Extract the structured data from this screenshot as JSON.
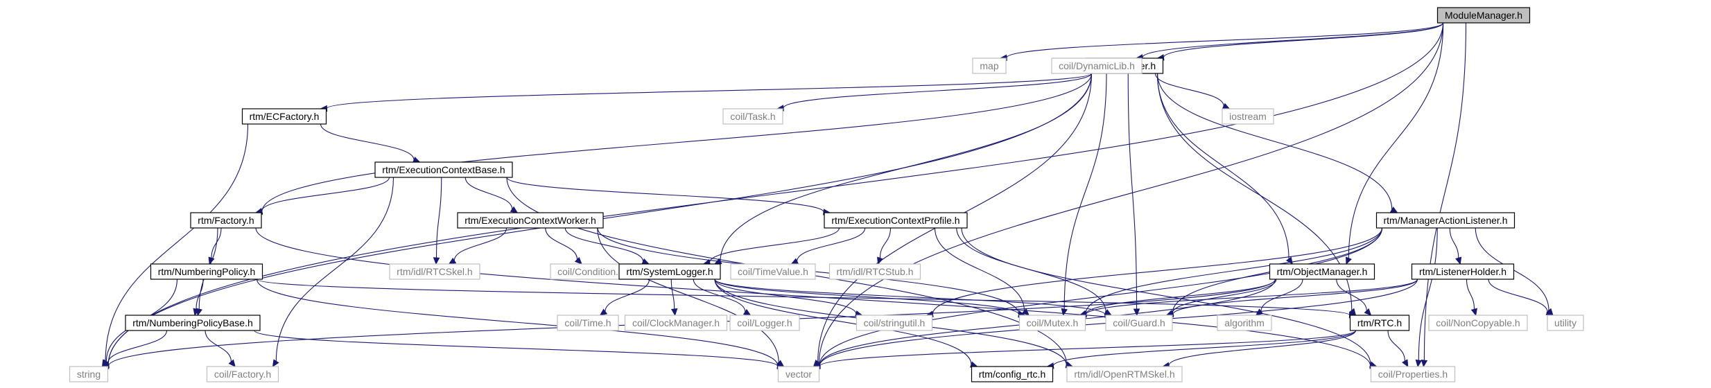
{
  "diagram": {
    "nodes": [
      {
        "id": "module_manager",
        "label": "ModuleManager.h",
        "style": "root"
      },
      {
        "id": "manager",
        "label": "rtm/Manager.h",
        "style": "black"
      },
      {
        "id": "map",
        "label": "map",
        "style": "grey"
      },
      {
        "id": "dynamiclib",
        "label": "coil/DynamicLib.h",
        "style": "grey"
      },
      {
        "id": "ecfactory",
        "label": "rtm/ECFactory.h",
        "style": "black"
      },
      {
        "id": "task",
        "label": "coil/Task.h",
        "style": "grey"
      },
      {
        "id": "iostream",
        "label": "iostream",
        "style": "grey"
      },
      {
        "id": "ecbase",
        "label": "rtm/ExecutionContextBase.h",
        "style": "black"
      },
      {
        "id": "factory",
        "label": "rtm/Factory.h",
        "style": "black"
      },
      {
        "id": "ecworker",
        "label": "rtm/ExecutionContextWorker.h",
        "style": "black"
      },
      {
        "id": "ecprofile",
        "label": "rtm/ExecutionContextProfile.h",
        "style": "black"
      },
      {
        "id": "mal",
        "label": "rtm/ManagerActionListener.h",
        "style": "black"
      },
      {
        "id": "numpolicy",
        "label": "rtm/NumberingPolicy.h",
        "style": "black"
      },
      {
        "id": "rtcskel",
        "label": "rtm/idl/RTCSkel.h",
        "style": "grey"
      },
      {
        "id": "condition",
        "label": "coil/Condition.h",
        "style": "grey"
      },
      {
        "id": "syslogger",
        "label": "rtm/SystemLogger.h",
        "style": "black"
      },
      {
        "id": "timevalue",
        "label": "coil/TimeValue.h",
        "style": "grey"
      },
      {
        "id": "rtcstub",
        "label": "rtm/idl/RTCStub.h",
        "style": "grey"
      },
      {
        "id": "objmanager",
        "label": "rtm/ObjectManager.h",
        "style": "black"
      },
      {
        "id": "listenerholder",
        "label": "rtm/ListenerHolder.h",
        "style": "black"
      },
      {
        "id": "numpolicybase",
        "label": "rtm/NumberingPolicyBase.h",
        "style": "black"
      },
      {
        "id": "time",
        "label": "coil/Time.h",
        "style": "grey"
      },
      {
        "id": "clockmanager",
        "label": "coil/ClockManager.h",
        "style": "grey"
      },
      {
        "id": "logger",
        "label": "coil/Logger.h",
        "style": "grey"
      },
      {
        "id": "stringutil",
        "label": "coil/stringutil.h",
        "style": "grey"
      },
      {
        "id": "mutex",
        "label": "coil/Mutex.h",
        "style": "grey"
      },
      {
        "id": "guard",
        "label": "coil/Guard.h",
        "style": "grey"
      },
      {
        "id": "algorithm",
        "label": "algorithm",
        "style": "grey"
      },
      {
        "id": "rtc",
        "label": "rtm/RTC.h",
        "style": "black"
      },
      {
        "id": "noncopyable",
        "label": "coil/NonCopyable.h",
        "style": "grey"
      },
      {
        "id": "utility",
        "label": "utility",
        "style": "grey"
      },
      {
        "id": "string",
        "label": "string",
        "style": "grey"
      },
      {
        "id": "coilfactory",
        "label": "coil/Factory.h",
        "style": "grey"
      },
      {
        "id": "vector",
        "label": "vector",
        "style": "grey"
      },
      {
        "id": "config_rtc",
        "label": "rtm/config_rtc.h",
        "style": "black"
      },
      {
        "id": "openrtmskel",
        "label": "rtm/idl/OpenRTMSkel.h",
        "style": "grey"
      },
      {
        "id": "properties",
        "label": "coil/Properties.h",
        "style": "grey"
      }
    ],
    "edges": [
      [
        "module_manager",
        "manager"
      ],
      [
        "module_manager",
        "map"
      ],
      [
        "module_manager",
        "dynamiclib"
      ],
      [
        "module_manager",
        "string"
      ],
      [
        "module_manager",
        "objmanager"
      ],
      [
        "module_manager",
        "vector"
      ],
      [
        "module_manager",
        "properties"
      ],
      [
        "manager",
        "ecfactory"
      ],
      [
        "manager",
        "task"
      ],
      [
        "manager",
        "iostream"
      ],
      [
        "manager",
        "factory"
      ],
      [
        "manager",
        "string"
      ],
      [
        "manager",
        "syslogger"
      ],
      [
        "manager",
        "vector"
      ],
      [
        "manager",
        "mutex"
      ],
      [
        "manager",
        "guard"
      ],
      [
        "manager",
        "objmanager"
      ],
      [
        "manager",
        "mal"
      ],
      [
        "manager",
        "rtc"
      ],
      [
        "ecfactory",
        "ecbase"
      ],
      [
        "ecfactory",
        "string"
      ],
      [
        "ecbase",
        "factory"
      ],
      [
        "ecbase",
        "ecworker"
      ],
      [
        "ecbase",
        "ecprofile"
      ],
      [
        "ecbase",
        "rtcskel"
      ],
      [
        "ecbase",
        "coilfactory"
      ],
      [
        "ecbase",
        "openrtmskel"
      ],
      [
        "factory",
        "numpolicy"
      ],
      [
        "factory",
        "numpolicybase"
      ],
      [
        "factory",
        "properties"
      ],
      [
        "numpolicy",
        "numpolicybase"
      ],
      [
        "numpolicy",
        "string"
      ],
      [
        "numpolicy",
        "vector"
      ],
      [
        "numpolicy",
        "rtc"
      ],
      [
        "numpolicybase",
        "string"
      ],
      [
        "numpolicybase",
        "coilfactory"
      ],
      [
        "numpolicybase",
        "vector"
      ],
      [
        "ecworker",
        "rtcskel"
      ],
      [
        "ecworker",
        "condition"
      ],
      [
        "ecworker",
        "syslogger"
      ],
      [
        "ecworker",
        "vector"
      ],
      [
        "ecworker",
        "mutex"
      ],
      [
        "ecprofile",
        "syslogger"
      ],
      [
        "ecprofile",
        "timevalue"
      ],
      [
        "ecprofile",
        "rtcstub"
      ],
      [
        "ecprofile",
        "mutex"
      ],
      [
        "ecprofile",
        "guard"
      ],
      [
        "ecprofile",
        "properties"
      ],
      [
        "syslogger",
        "time"
      ],
      [
        "syslogger",
        "clockmanager"
      ],
      [
        "syslogger",
        "logger"
      ],
      [
        "syslogger",
        "stringutil"
      ],
      [
        "syslogger",
        "mutex"
      ],
      [
        "syslogger",
        "guard"
      ],
      [
        "syslogger",
        "config_rtc"
      ],
      [
        "syslogger",
        "openrtmskel"
      ],
      [
        "mal",
        "listenerholder"
      ],
      [
        "mal",
        "stringutil"
      ],
      [
        "mal",
        "mutex"
      ],
      [
        "mal",
        "guard"
      ],
      [
        "mal",
        "utility"
      ],
      [
        "mal",
        "vector"
      ],
      [
        "mal",
        "properties"
      ],
      [
        "objmanager",
        "mutex"
      ],
      [
        "objmanager",
        "guard"
      ],
      [
        "objmanager",
        "algorithm"
      ],
      [
        "objmanager",
        "rtc"
      ],
      [
        "objmanager",
        "string"
      ],
      [
        "objmanager",
        "vector"
      ],
      [
        "listenerholder",
        "mutex"
      ],
      [
        "listenerholder",
        "guard"
      ],
      [
        "listenerholder",
        "noncopyable"
      ],
      [
        "listenerholder",
        "utility"
      ],
      [
        "listenerholder",
        "vector"
      ],
      [
        "rtc",
        "vector"
      ],
      [
        "rtc",
        "config_rtc"
      ],
      [
        "rtc",
        "openrtmskel"
      ],
      [
        "rtc",
        "properties"
      ]
    ]
  }
}
